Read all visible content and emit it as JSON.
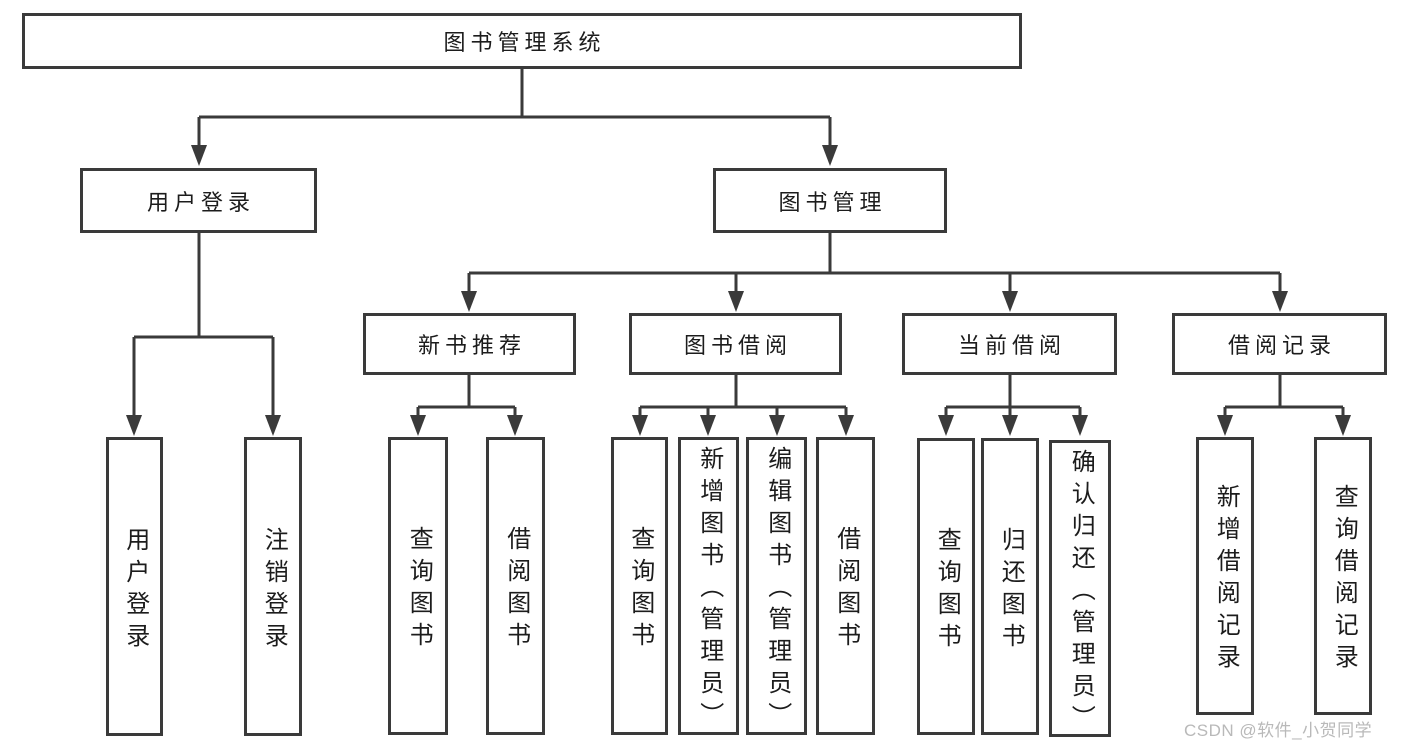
{
  "diagram_title": "图书管理系统",
  "nodes": {
    "root": "图书管理系统",
    "user_login": "用户登录",
    "book_mgmt": "图书管理",
    "new_book_rec": "新书推荐",
    "book_borrow": "图书借阅",
    "current_borrow": "当前借阅",
    "borrow_records": "借阅记录",
    "ul_user_login": "用户登录",
    "ul_logout": "注销登录",
    "nbr_search_book": "查询图书",
    "nbr_borrow_book": "借阅图书",
    "bb_search_book": "查询图书",
    "bb_add_book": "新增图书（管理员）",
    "bb_edit_book": "编辑图书（管理员）",
    "bb_borrow_book": "借阅图书",
    "cb_search_book": "查询图书",
    "cb_return_book": "归还图书",
    "cb_confirm_return": "确认归还（管理员）",
    "br_add_record": "新增借阅记录",
    "br_search_record": "查询借阅记录"
  },
  "hierarchy": {
    "图书管理系统": {
      "用户登录": [
        "用户登录",
        "注销登录"
      ],
      "图书管理": {
        "新书推荐": [
          "查询图书",
          "借阅图书"
        ],
        "图书借阅": [
          "查询图书",
          "新增图书（管理员）",
          "编辑图书（管理员）",
          "借阅图书"
        ],
        "当前借阅": [
          "查询图书",
          "归还图书",
          "确认归还（管理员）"
        ],
        "借阅记录": [
          "新增借阅记录",
          "查询借阅记录"
        ]
      }
    }
  },
  "watermark": "CSDN @软件_小贺同学",
  "colors": {
    "line": "#3a3a3a",
    "box_border": "#3a3a3a",
    "text": "#1c1c1c",
    "background": "#ffffff",
    "watermark": "#b9b9b9"
  }
}
